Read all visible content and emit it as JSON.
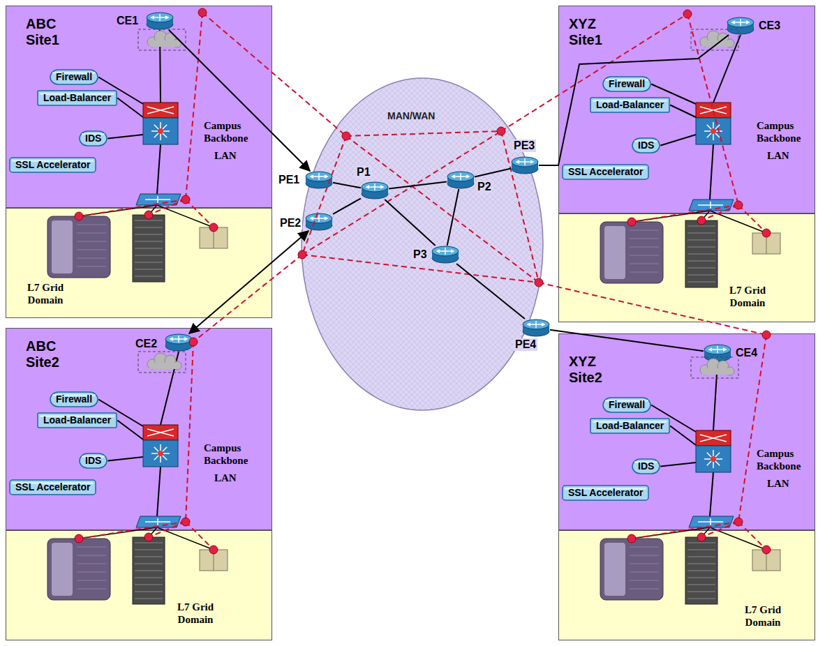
{
  "diagram": {
    "nodes": [
      {
        "text": [
          "ABC Site1"
        ]
      },
      {
        "text": [
          "CE1"
        ],
        "in": 0
      },
      {
        "text": [
          "Firewall"
        ],
        "in": 0
      },
      {
        "text": [
          "Load-Balancer"
        ],
        "in": 0
      },
      {
        "text": [
          "IDS"
        ],
        "in": 0
      },
      {
        "text": [
          "SSL Accelerator"
        ],
        "in": 0
      },
      {
        "text": [
          "L7 Grid Domain"
        ]
      },
      {
        "text": [
          "MAN/WAN"
        ]
      },
      {
        "text": [
          "PE1"
        ],
        "in": 7
      },
      {
        "text": [
          "PE2"
        ],
        "in": 7
      },
      {
        "text": [
          "P1"
        ],
        "in": 7
      },
      {
        "text": [
          "P2"
        ],
        "in": 7
      },
      {
        "text": [
          "P3"
        ],
        "in": 7
      },
      {
        "text": [
          "PE3"
        ],
        "in": 7
      },
      {
        "text": [
          "PE4"
        ],
        "in": 7
      },
      {
        "text": [
          "XYZ Site1"
        ]
      },
      {
        "text": [
          "CE3"
        ],
        "in": 15
      },
      {
        "text": [
          "Firewall"
        ],
        "in": 15
      },
      {
        "text": [
          "Load-Balancer"
        ],
        "in": 15
      },
      {
        "text": [
          "IDS"
        ],
        "in": 15
      },
      {
        "text": [
          "SSL Accelerator"
        ],
        "in": 15
      },
      {
        "text": [
          "L7 Grid Domain"
        ]
      },
      {
        "text": [
          "ABC Site2"
        ]
      },
      {
        "text": [
          "CE2"
        ],
        "in": 22
      },
      {
        "text": [
          "Firewall"
        ],
        "in": 22
      },
      {
        "text": [
          "Load-Balancer"
        ],
        "in": 22
      },
      {
        "text": [
          "IDS"
        ],
        "in": 22
      },
      {
        "text": [
          "SSL Accelerator"
        ],
        "in": 22
      },
      {
        "text": [
          "L7 Grid Domain"
        ]
      },
      {
        "text": [
          "XYZ Site2"
        ]
      },
      {
        "text": [
          "CE4"
        ],
        "in": 29
      },
      {
        "text": [
          "Firewall"
        ],
        "in": 29
      },
      {
        "text": [
          "Load-Balancer"
        ],
        "in": 29
      },
      {
        "text": [
          "IDS"
        ],
        "in": 29
      },
      {
        "text": [
          "SSL Accelerator"
        ],
        "in": 29
      },
      {
        "text": [
          "L7 Grid Domain"
        ]
      }
    ],
    "edges": [
      {
        "from": 1,
        "to": 8,
        "arrow": "to"
      },
      {
        "from": 8,
        "to": 10,
        "arrow": "none"
      },
      {
        "from": 9,
        "to": 10,
        "arrow": "none"
      },
      {
        "from": 10,
        "to": 11,
        "arrow": "none"
      },
      {
        "from": 10,
        "to": 12,
        "arrow": "none"
      },
      {
        "from": 11,
        "to": 12,
        "arrow": "none"
      },
      {
        "from": 11,
        "to": 13,
        "arrow": "none"
      },
      {
        "from": 16,
        "to": 13,
        "arrow": "none"
      },
      {
        "from": 12,
        "to": 14,
        "arrow": "none"
      },
      {
        "from": 14,
        "to": 30,
        "arrow": "none"
      },
      {
        "from": 23,
        "to": 9,
        "arrow": "both"
      }
    ],
    "labels": [
      "Campus Backbone",
      "LAN",
      "Campus Backbone",
      "LAN",
      "Campus Backbone",
      "LAN",
      "Campus Backbone",
      "LAN"
    ]
  }
}
